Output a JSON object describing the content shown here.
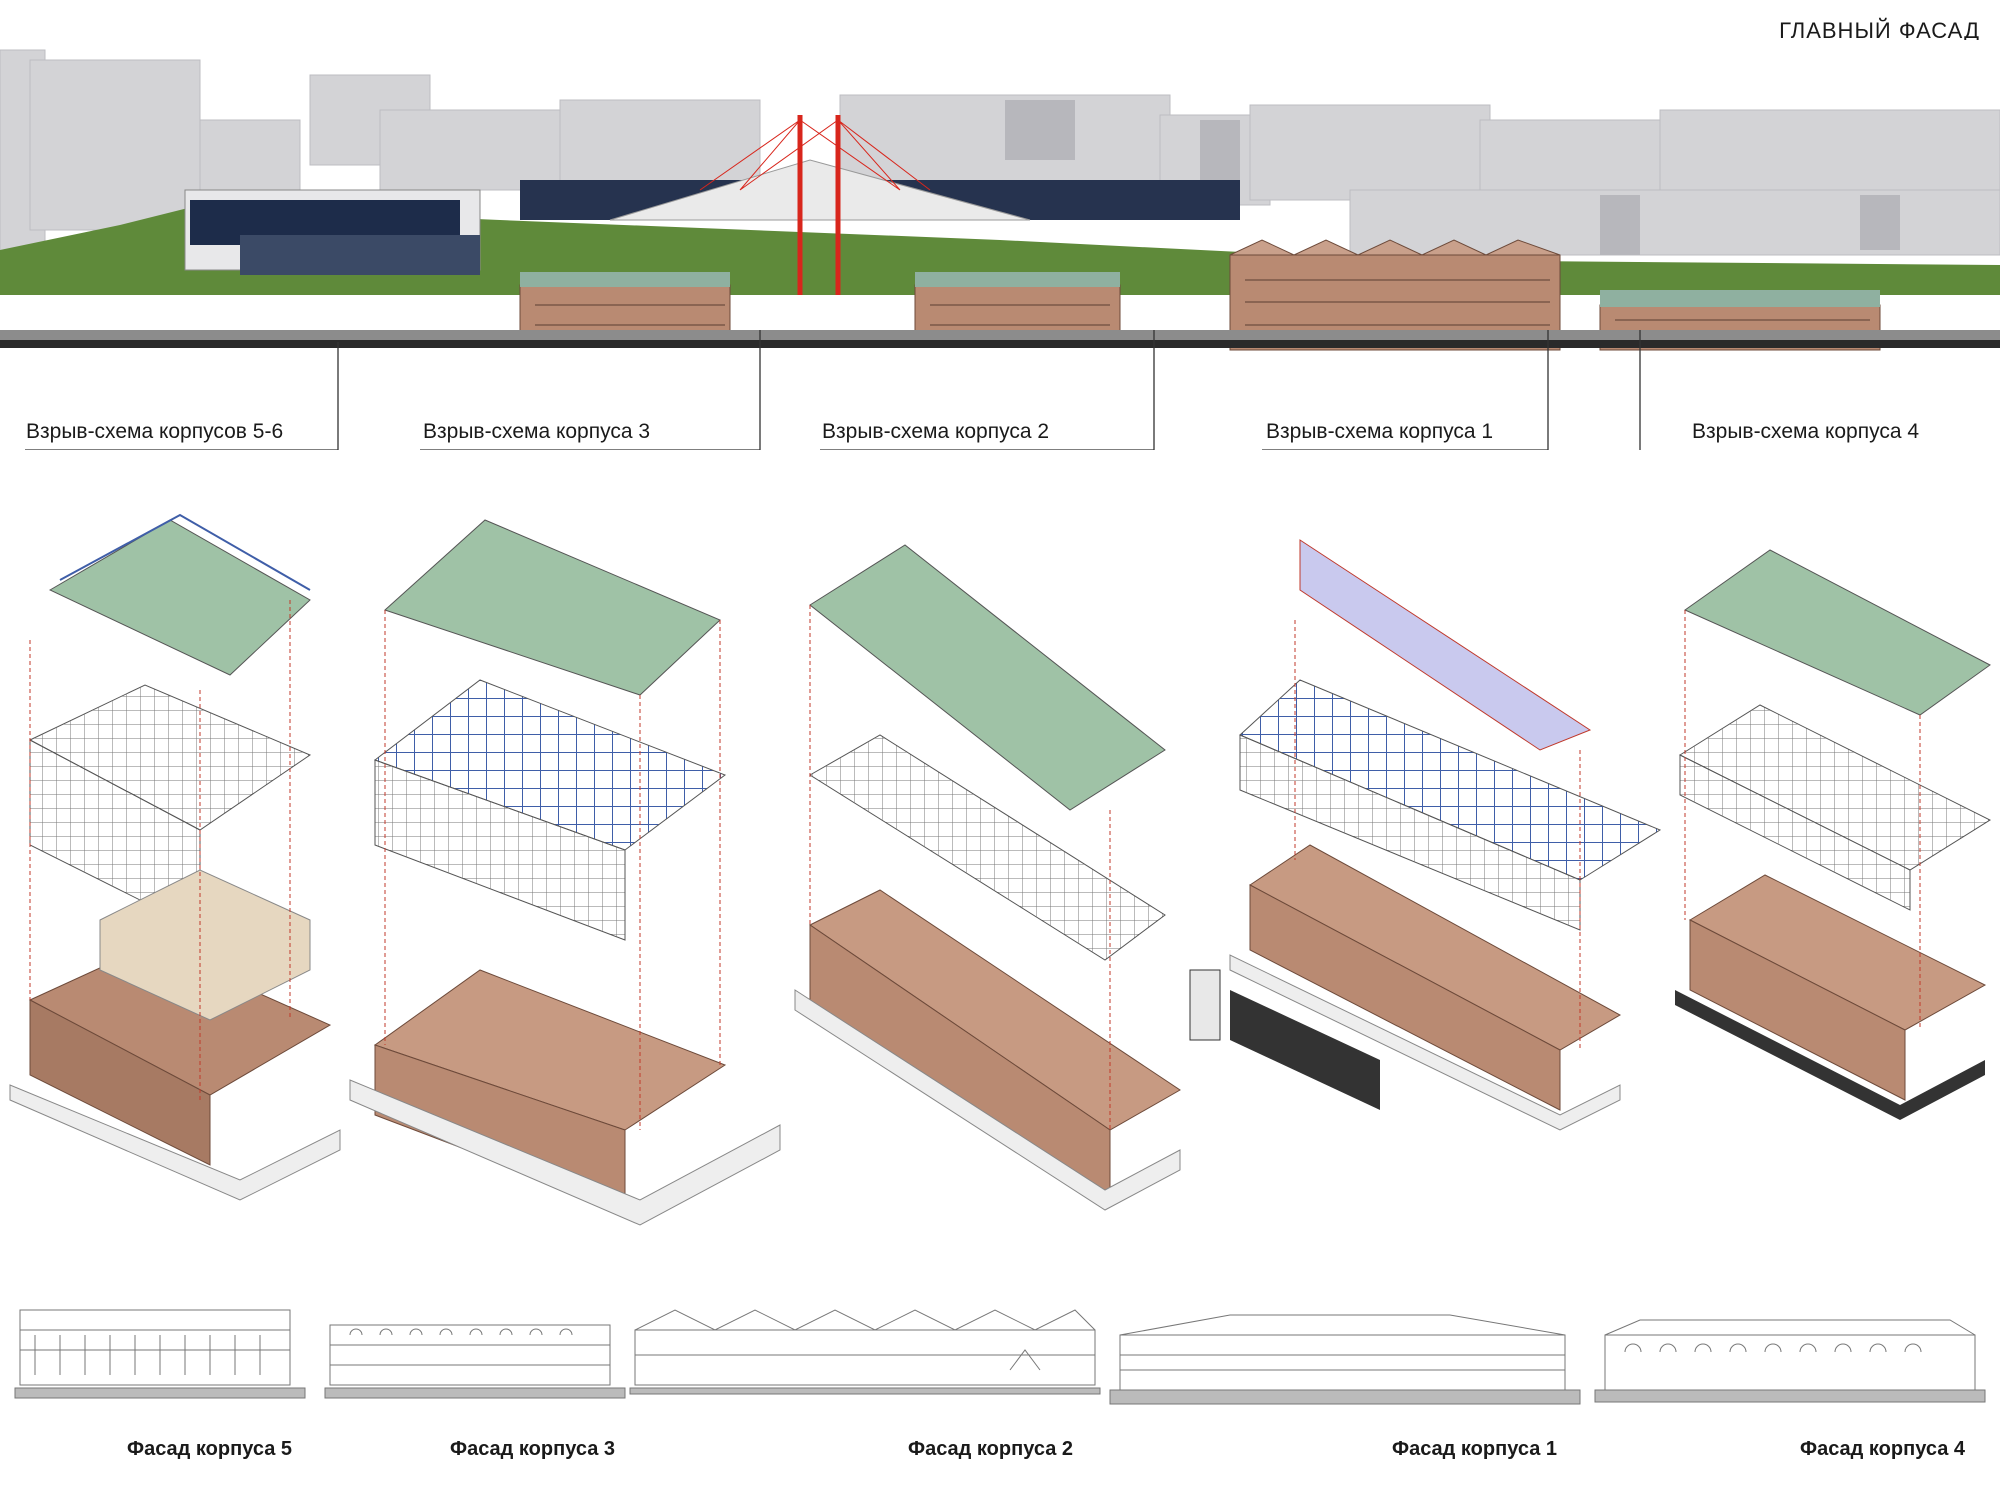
{
  "header": {
    "title": "ГЛАВНЫЙ ФАСАД"
  },
  "callouts": [
    {
      "label": "Взрыв-схема корпусов 5-6"
    },
    {
      "label": "Взрыв-схема корпуса 3"
    },
    {
      "label": "Взрыв-схема корпуса 2"
    },
    {
      "label": "Взрыв-схема корпуса 1"
    },
    {
      "label": "Взрыв-схема корпуса 4"
    }
  ],
  "facades": [
    {
      "label": "Фасад корпуса 5"
    },
    {
      "label": "Фасад корпуса 3"
    },
    {
      "label": "Фасад корпуса 2"
    },
    {
      "label": "Фасад корпуса 1"
    },
    {
      "label": "Фасад корпуса 4"
    }
  ],
  "colors": {
    "brick": "#b98a72",
    "roof_green": "#9fc2a6",
    "steel_blue": "#3f5ea8",
    "accent_red": "#d8261c",
    "grass": "#5f8a3a",
    "city_gray": "#cfcfd2"
  }
}
